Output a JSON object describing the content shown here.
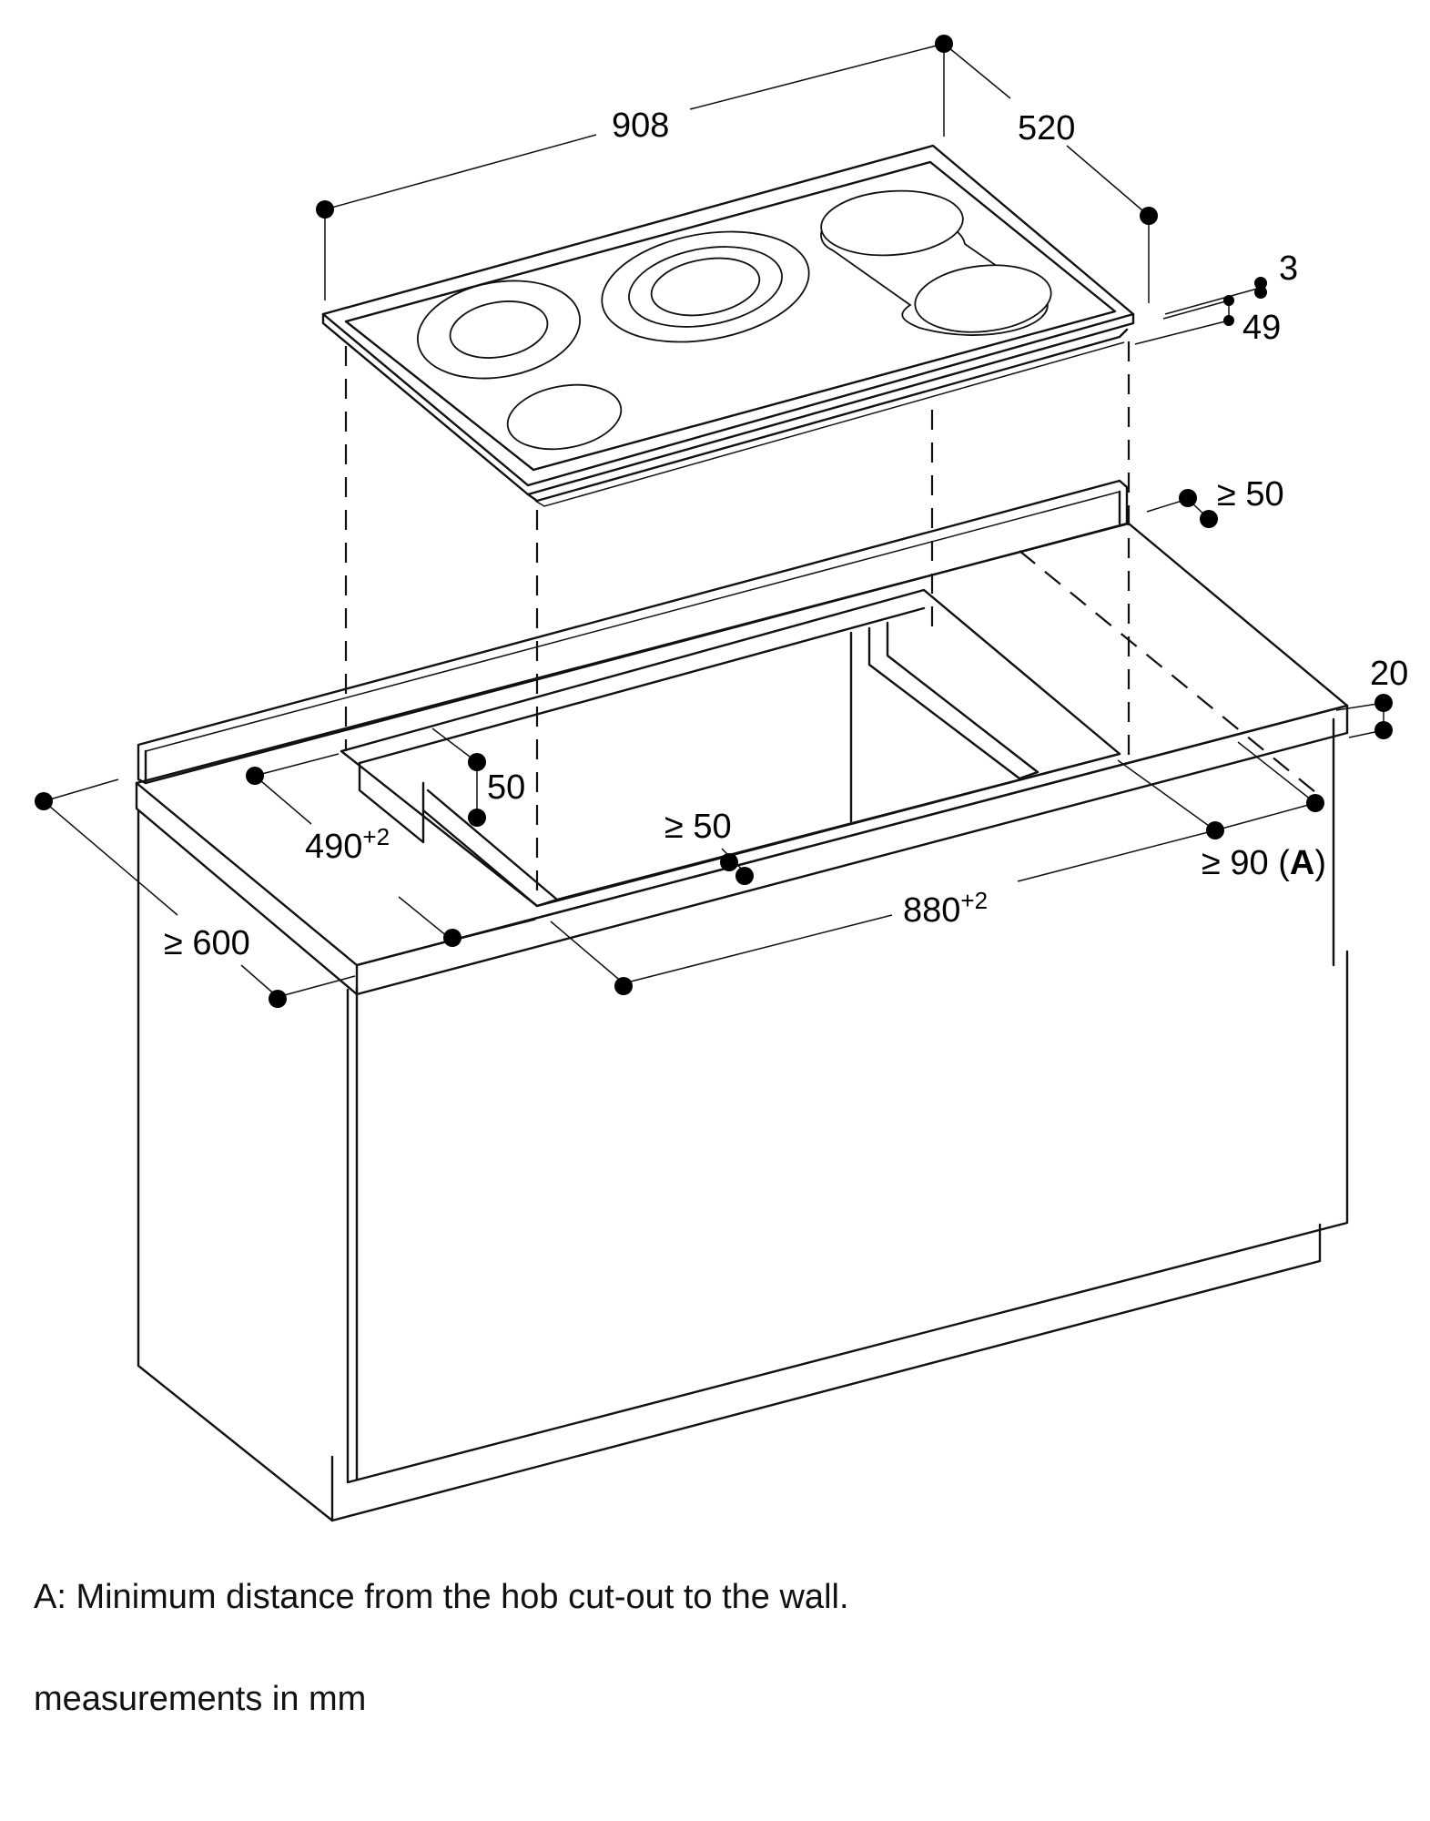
{
  "dimensions": {
    "hob_width": "908",
    "hob_depth": "520",
    "hob_glass_thickness": "3",
    "hob_height": "49",
    "back_clearance": "≥ 50",
    "worktop_thickness": "20",
    "cutout_depth": "490",
    "cutout_depth_tolerance": "+2",
    "cutout_width": "880",
    "cutout_width_tolerance": "+2",
    "front_clearance": "50",
    "inner_clearance": "≥ 50",
    "worktop_depth": "≥ 600",
    "wall_distance": "≥ 90",
    "wall_distance_ref_open": "(",
    "wall_distance_ref": "A",
    "wall_distance_ref_close": ")"
  },
  "notes": {
    "a_label": "A: Minimum distance from the hob cut-out to the wall.",
    "units": "measurements in mm"
  }
}
